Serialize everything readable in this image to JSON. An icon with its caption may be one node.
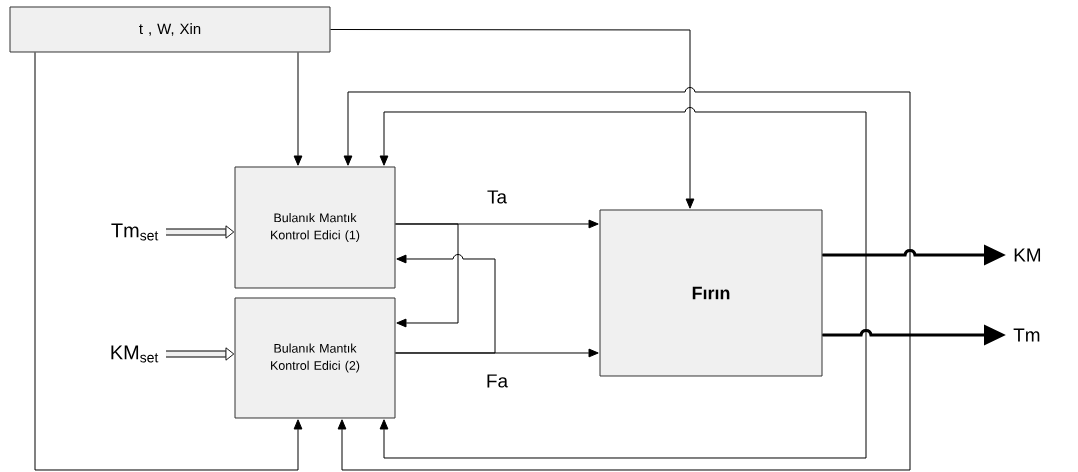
{
  "diagram": {
    "nodes": [
      {
        "text": [
          "t , W, Xin"
        ]
      },
      {
        "text": [
          "Bulanık Mantık Kontrol Edici (1)"
        ]
      },
      {
        "text": [
          "Bulanık Mantık Kontrol Edici (2)"
        ]
      },
      {
        "text": [
          "Fırın"
        ]
      },
      {
        "text": [
          "Tm$_{set}$"
        ]
      },
      {
        "text": [
          "KM$_{set}$"
        ]
      },
      {
        "text": [
          "KM"
        ]
      },
      {
        "text": [
          "Tm"
        ]
      }
    ],
    "edges": [
      {
        "from": 0,
        "to": 1,
        "arrow": "to"
      },
      {
        "from": 0,
        "to": 3,
        "arrow": "to"
      },
      {
        "from": 0,
        "to": 2,
        "arrow": "to"
      },
      {
        "from": 4,
        "to": 1,
        "arrow": "to",
        "style": "thick"
      },
      {
        "from": 5,
        "to": 2,
        "arrow": "to",
        "style": "thick"
      },
      {
        "from": 1,
        "to": 3,
        "arrow": "to",
        "label": "Ta"
      },
      {
        "from": 1,
        "to": 2,
        "arrow": "to"
      },
      {
        "from": 2,
        "to": 3,
        "arrow": "to",
        "label": "Fa"
      },
      {
        "from": 2,
        "to": 1,
        "arrow": "to"
      },
      {
        "from": 3,
        "to": 6,
        "arrow": "to",
        "style": "thick"
      },
      {
        "from": 3,
        "to": 7,
        "arrow": "to",
        "style": "thick"
      },
      {
        "from": 3,
        "to": 1,
        "arrow": "to"
      },
      {
        "from": 3,
        "to": 2,
        "arrow": "to"
      },
      {
        "from": 3,
        "to": 1,
        "arrow": "to"
      },
      {
        "from": 3,
        "to": 2,
        "arrow": "to"
      }
    ]
  }
}
